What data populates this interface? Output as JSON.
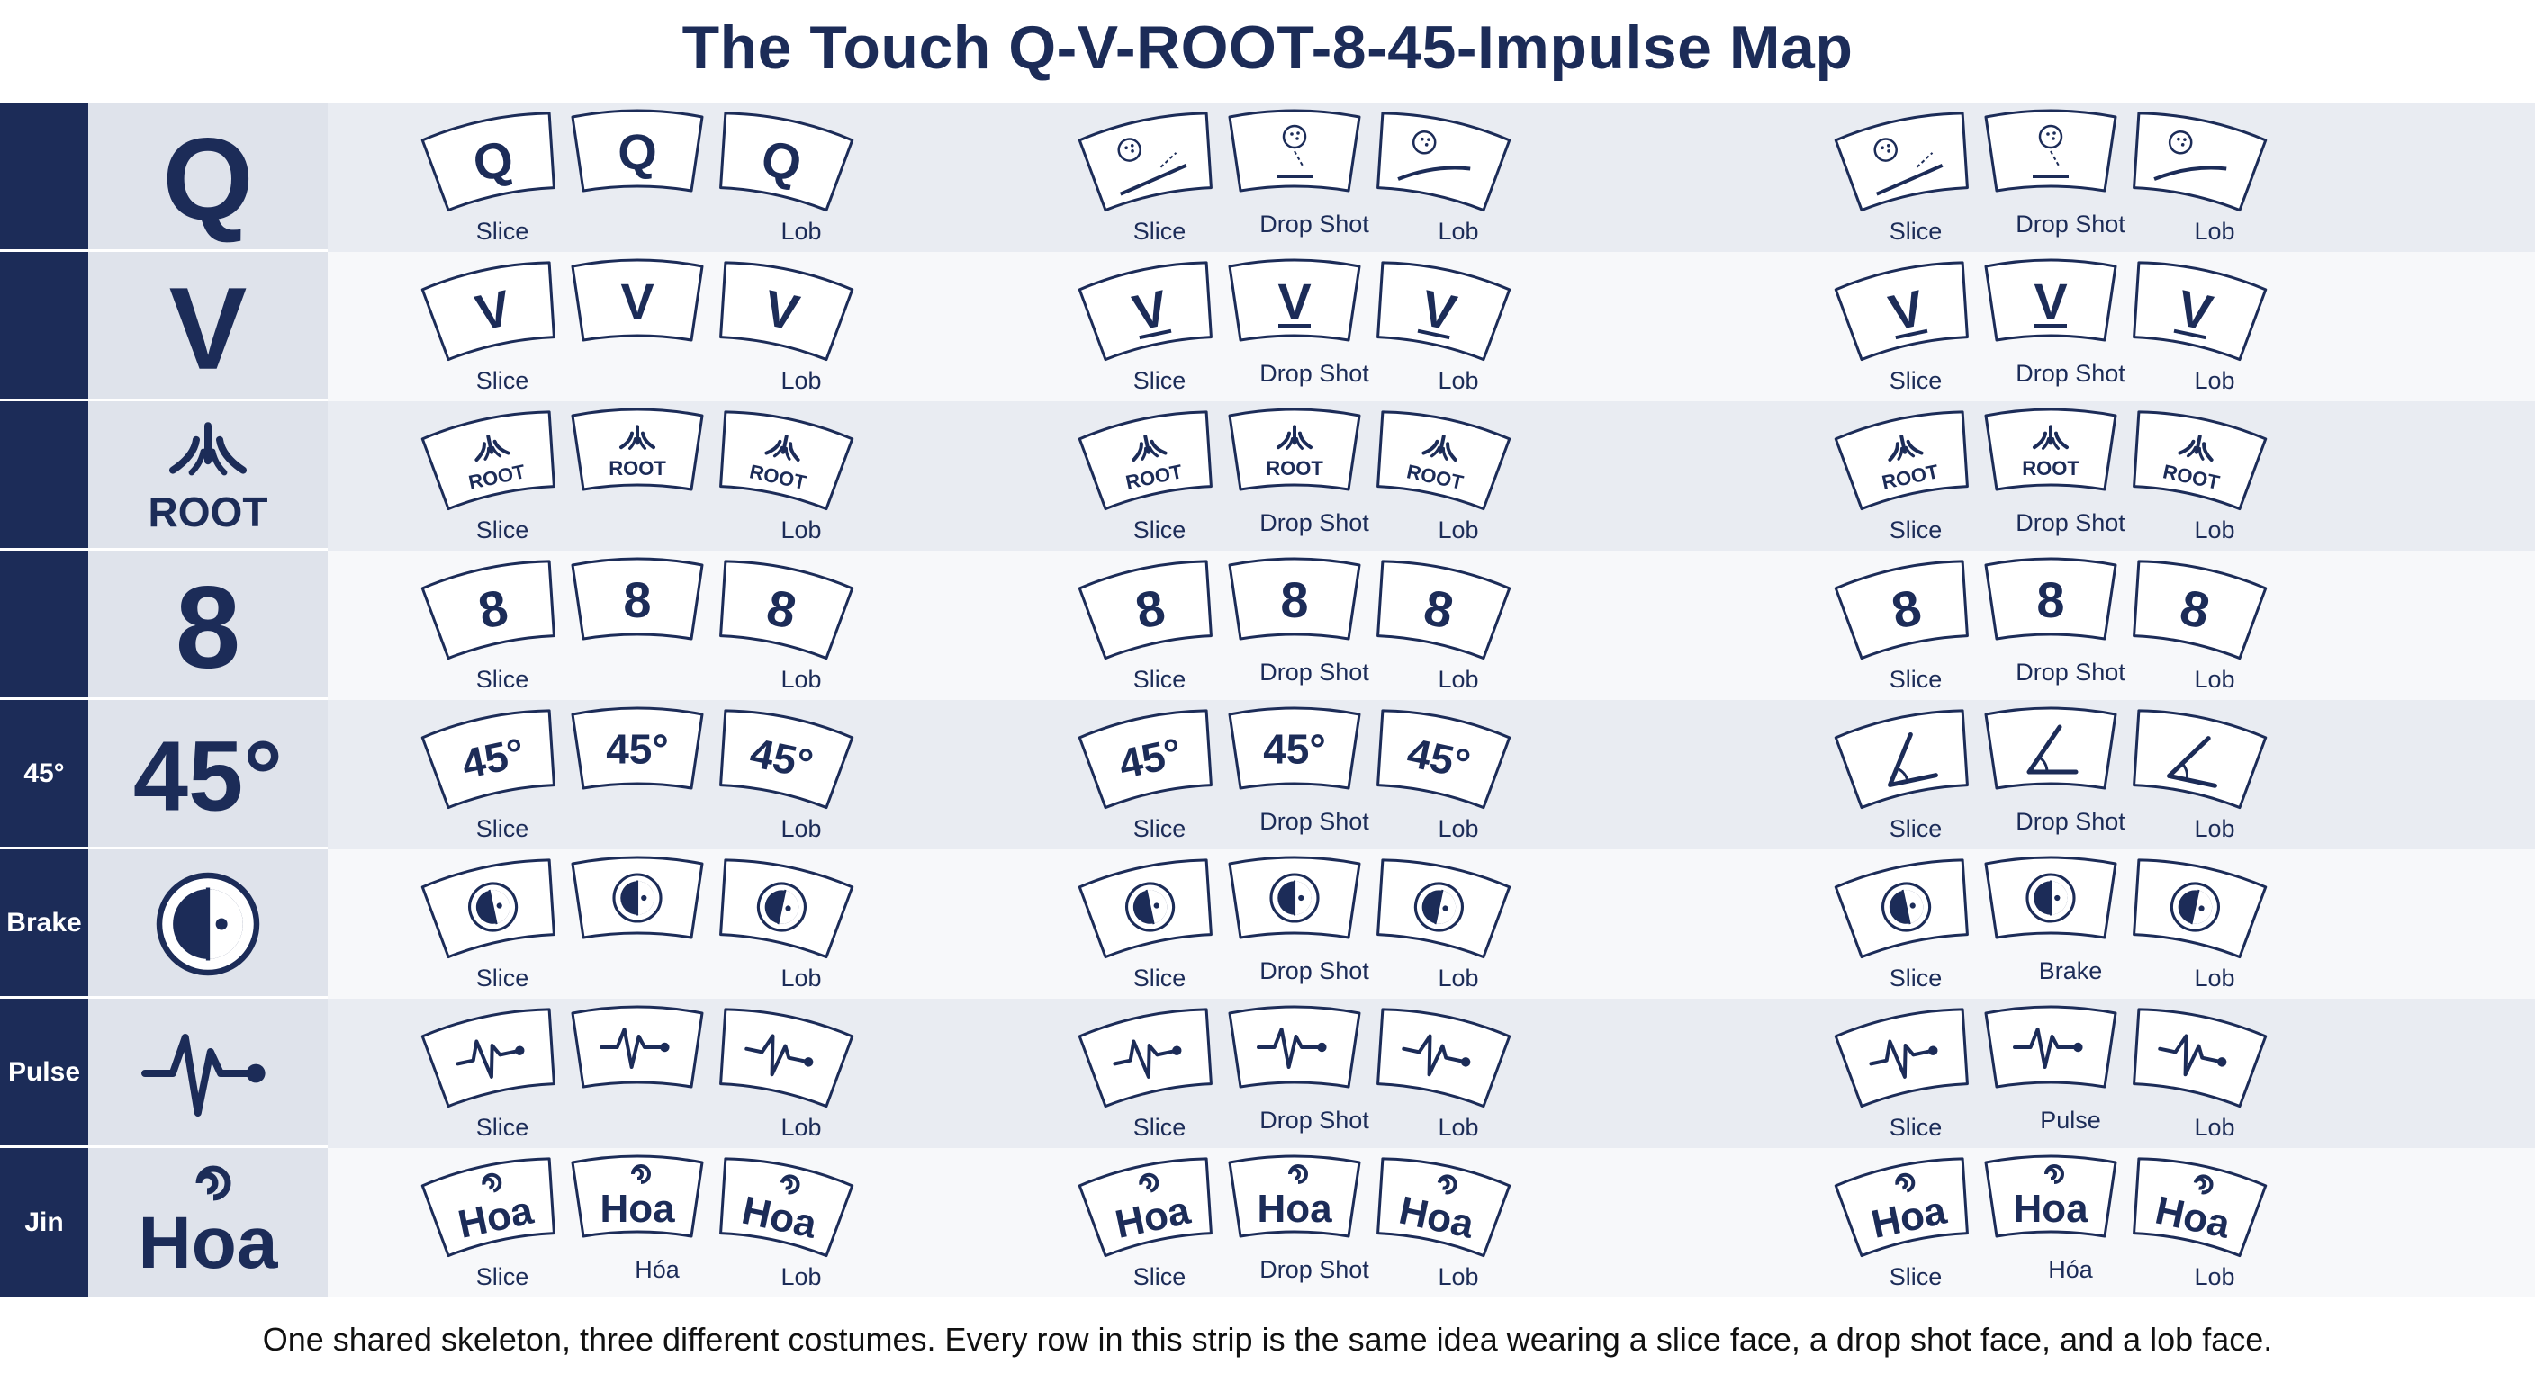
{
  "title": "The Touch Q-V-ROOT-8-45-Impulse Map",
  "caption": "One shared skeleton, three different costumes. Every row in this strip is the same idea wearing a slice face, a drop shot face, and a lob face.",
  "colors": {
    "navy": "#1c2c58",
    "row_shade": "#e9ecf2",
    "row_plain": "#f7f8fa",
    "icon_cell": "#dfe3eb"
  },
  "rows": [
    {
      "side_label": "",
      "glyph": "Q",
      "icon": "letter",
      "groups": [
        {
          "card_icon": "letter",
          "labels": [
            "Slice",
            "",
            "Lob"
          ]
        },
        {
          "card_icon": "ball-arc",
          "labels": [
            "Slice",
            "Drop Shot",
            "Lob"
          ]
        },
        {
          "card_icon": "ball-arc",
          "labels": [
            "Slice",
            "Drop Shot",
            "Lob"
          ]
        }
      ]
    },
    {
      "side_label": "",
      "glyph": "V",
      "icon": "letter",
      "groups": [
        {
          "card_icon": "letter",
          "labels": [
            "Slice",
            "",
            "Lob"
          ]
        },
        {
          "card_icon": "letter-underlined",
          "labels": [
            "Slice",
            "Drop Shot",
            "Lob"
          ]
        },
        {
          "card_icon": "letter-underlined",
          "labels": [
            "Slice",
            "Drop Shot",
            "Lob"
          ]
        }
      ]
    },
    {
      "side_label": "",
      "glyph": "ROOT",
      "icon": "root-icon",
      "groups": [
        {
          "card_icon": "root",
          "labels": [
            "Slice",
            "",
            "Lob"
          ]
        },
        {
          "card_icon": "root",
          "labels": [
            "Slice",
            "Drop Shot",
            "Lob"
          ]
        },
        {
          "card_icon": "root",
          "labels": [
            "Slice",
            "Drop Shot",
            "Lob"
          ]
        }
      ]
    },
    {
      "side_label": "",
      "glyph": "8",
      "icon": "letter",
      "groups": [
        {
          "card_icon": "letter",
          "labels": [
            "Slice",
            "",
            "Lob"
          ]
        },
        {
          "card_icon": "letter",
          "labels": [
            "Slice",
            "Drop Shot",
            "Lob"
          ]
        },
        {
          "card_icon": "letter",
          "labels": [
            "Slice",
            "Drop Shot",
            "Lob"
          ]
        }
      ]
    },
    {
      "side_label": "45°",
      "glyph": "45°",
      "icon": "letter",
      "groups": [
        {
          "card_icon": "letter",
          "labels": [
            "Slice",
            "",
            "Lob"
          ]
        },
        {
          "card_icon": "letter",
          "labels": [
            "Slice",
            "Drop Shot",
            "Lob"
          ]
        },
        {
          "card_icon": "angle-icon",
          "labels": [
            "Slice",
            "Drop Shot",
            "Lob"
          ]
        }
      ]
    },
    {
      "side_label": "Brake",
      "glyph": "",
      "icon": "brake-icon",
      "groups": [
        {
          "card_icon": "brake-icon",
          "labels": [
            "Slice",
            "",
            "Lob"
          ]
        },
        {
          "card_icon": "brake-icon",
          "labels": [
            "Slice",
            "Drop Shot",
            "Lob"
          ]
        },
        {
          "card_icon": "brake-icon",
          "labels": [
            "Slice",
            "Brake",
            "Lob"
          ]
        }
      ]
    },
    {
      "side_label": "Pulse",
      "glyph": "",
      "icon": "pulse-icon",
      "groups": [
        {
          "card_icon": "pulse-icon",
          "labels": [
            "Slice",
            "",
            "Lob"
          ]
        },
        {
          "card_icon": "pulse-icon",
          "labels": [
            "Slice",
            "Drop Shot",
            "Lob"
          ]
        },
        {
          "card_icon": "pulse-icon",
          "labels": [
            "Slice",
            "Pulse",
            "Lob"
          ]
        }
      ]
    },
    {
      "side_label": "Jin",
      "glyph": "Hoa",
      "icon": "hoa-icon",
      "groups": [
        {
          "card_icon": "hoa",
          "labels": [
            "Slice",
            "Hóa",
            "Lob"
          ]
        },
        {
          "card_icon": "hoa",
          "labels": [
            "Slice",
            "Drop Shot",
            "Lob"
          ]
        },
        {
          "card_icon": "hoa",
          "labels": [
            "Slice",
            "Hóa",
            "Lob"
          ]
        }
      ]
    }
  ]
}
